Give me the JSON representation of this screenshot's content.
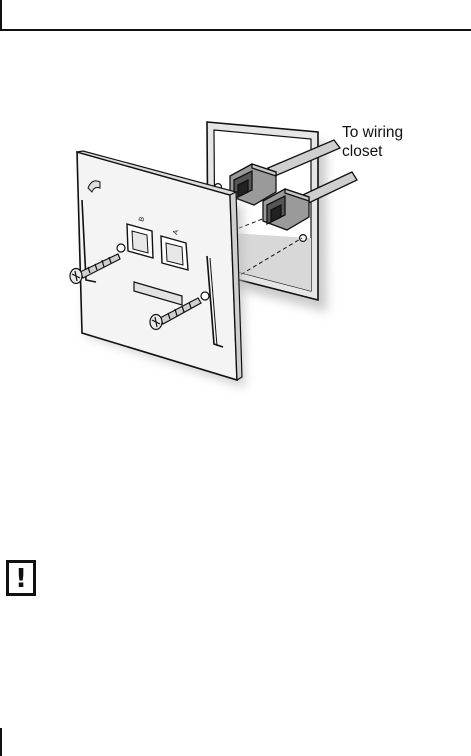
{
  "figure": {
    "callout_line1": "To wiring",
    "callout_line2": "closet",
    "jack_label_b": "B",
    "jack_label_a": "A"
  },
  "notice": {
    "icon": "warning-exclamation-icon",
    "symbol": "!"
  },
  "colors": {
    "line": "#111111",
    "plate_fill": "#f4f4f4",
    "box_fill": "#e6e6e6",
    "shadow": "#bfbfbf"
  }
}
